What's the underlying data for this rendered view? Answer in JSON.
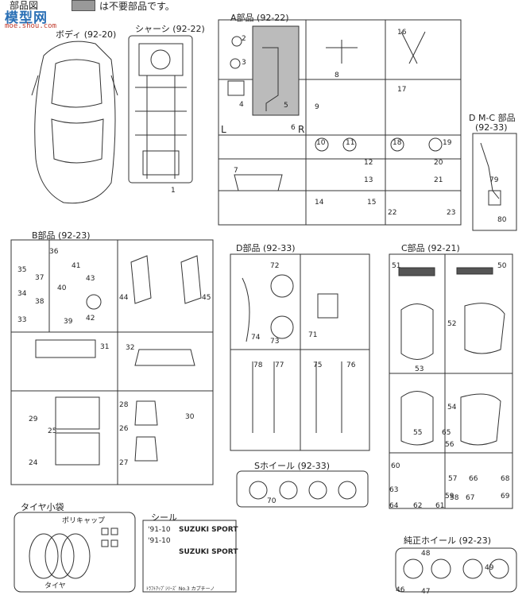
{
  "header": {
    "title": "部品図",
    "legend_note": "は不要部品です。",
    "watermark_main": "模型网",
    "watermark_url": "moe.shou.com"
  },
  "sections": {
    "body": {
      "name": "ボディ",
      "code": "(92-20)"
    },
    "chassis": {
      "name": "シャーシ",
      "code": "(92-22)"
    },
    "a_parts": {
      "name": "A部品",
      "code": "(92-22)"
    },
    "dmc_parts": {
      "name": "D M-C 部品",
      "code": "(92-33)"
    },
    "b_parts": {
      "name": "B部品",
      "code": "(92-23)"
    },
    "d_parts": {
      "name": "D部品",
      "code": "(92-33)"
    },
    "c_parts": {
      "name": "C部品",
      "code": "(92-21)"
    },
    "s_wheel": {
      "name": "Sホイール",
      "code": "(92-33)"
    },
    "tire_bag": {
      "name": "タイヤ小袋"
    },
    "poly_cap": {
      "name": "ポリキャップ"
    },
    "tire": {
      "name": "タイヤ"
    },
    "seal": {
      "name": "シール"
    },
    "stock_wheel": {
      "name": "純正ホイール",
      "code": "(92-23)"
    }
  },
  "side_labels": {
    "left": "L",
    "right": "R"
  },
  "decal": {
    "line1": "'91-10",
    "line2": "'91-10",
    "brand": "SUZUKI SPORT",
    "footer": "ﾄﾗﾌﾄｱｯﾌﾟｼﾘｰｽﾞ No.3 カプチーノ"
  },
  "part_numbers": {
    "a": [
      "8",
      "9",
      "10",
      "11",
      "12",
      "13",
      "14",
      "15",
      "16",
      "17",
      "18",
      "19",
      "20",
      "21",
      "22",
      "23",
      "1",
      "2",
      "3",
      "4",
      "5",
      "6",
      "7"
    ],
    "b": [
      "24",
      "25",
      "26",
      "27",
      "28",
      "29",
      "30",
      "31",
      "32",
      "33",
      "34",
      "35",
      "36",
      "37",
      "38",
      "39",
      "40",
      "41",
      "42",
      "43",
      "44",
      "45"
    ],
    "c": [
      "50",
      "51",
      "52",
      "53",
      "54",
      "55",
      "56",
      "57",
      "58",
      "59",
      "60",
      "61",
      "62",
      "63",
      "64",
      "65",
      "66",
      "67",
      "68",
      "69"
    ],
    "d": [
      "71",
      "72",
      "73",
      "74",
      "75",
      "76",
      "77",
      "78"
    ],
    "dmc": [
      "79",
      "80"
    ],
    "s": [
      "70"
    ],
    "stock": [
      "46",
      "47",
      "48",
      "49"
    ]
  }
}
